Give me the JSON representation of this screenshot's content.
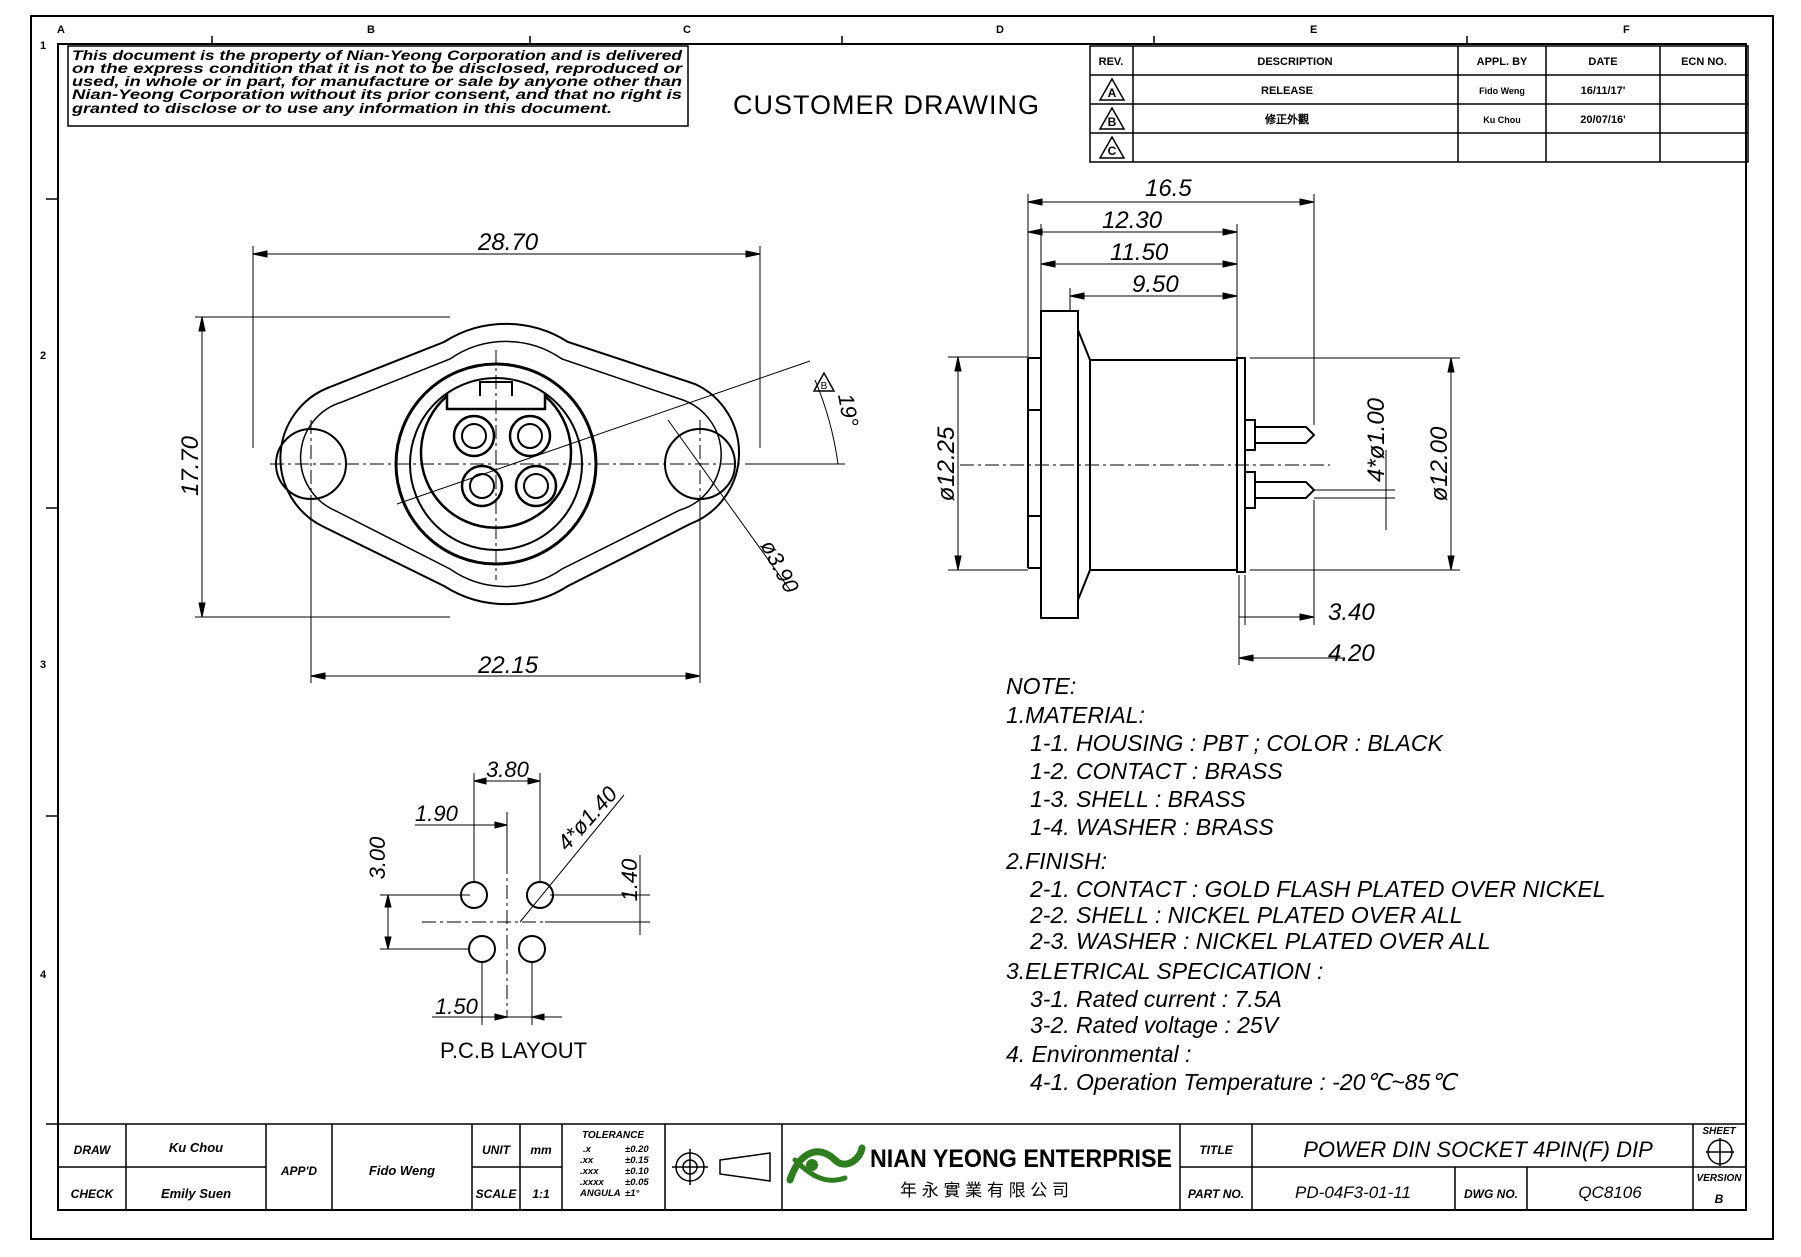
{
  "grid": {
    "columns": [
      "A",
      "B",
      "C",
      "D",
      "E",
      "F"
    ],
    "rows": [
      "1",
      "2",
      "3",
      "4"
    ]
  },
  "notice": {
    "lines": [
      "This document is the property of Nian-Yeong Corporation and is delivered",
      "on the express condition that it is not to be disclosed, reproduced or",
      "used, in whole or in part, for manufacture or sale by anyone other than",
      "Nian-Yeong Corporation without its prior consent, and that no right is",
      "granted to disclose or to use any information in this document."
    ]
  },
  "header_title": "CUSTOMER DRAWING",
  "revision_table": {
    "headers": [
      "REV.",
      "DESCRIPTION",
      "APPL. BY",
      "DATE",
      "ECN NO."
    ],
    "rows": [
      {
        "rev": "A",
        "description": "RELEASE",
        "appl_by": "Fido Weng",
        "date": "16/11/17'",
        "ecn": ""
      },
      {
        "rev": "B",
        "description": "修正外觀",
        "appl_by": "Ku Chou",
        "date": "20/07/16'",
        "ecn": ""
      },
      {
        "rev": "C",
        "description": "",
        "appl_by": "",
        "date": "",
        "ecn": ""
      }
    ]
  },
  "front_view": {
    "dim_width": "28.70",
    "dim_height": "17.70",
    "dim_hole_spacing": "22.15",
    "dim_hole_dia": "ø3.90",
    "dim_angle": "19°",
    "rev_marker": "B"
  },
  "side_view": {
    "dim_overall": "16.5",
    "dim_a": "12.30",
    "dim_b": "11.50",
    "dim_c": "9.50",
    "dim_flange_dia": "ø12.25",
    "dim_pin_dia": "4*ø1.00",
    "dim_body_dia": "ø12.00",
    "dim_pin_a": "3.40",
    "dim_pin_b": "4.20"
  },
  "pcb_layout": {
    "title": "P.C.B LAYOUT",
    "dim_380": "3.80",
    "dim_190": "1.90",
    "dim_300": "3.00",
    "dim_hole": "4*ø1.40",
    "dim_140": "1.40",
    "dim_150": "1.50"
  },
  "notes": {
    "heading": "NOTE:",
    "lines": [
      {
        "text": "1.MATERIAL:",
        "indent": 0
      },
      {
        "text": "1-1. HOUSING : PBT ; COLOR : BLACK",
        "indent": 1
      },
      {
        "text": "1-2. CONTACT : BRASS",
        "indent": 1
      },
      {
        "text": "1-3. SHELL : BRASS",
        "indent": 1
      },
      {
        "text": "1-4. WASHER : BRASS",
        "indent": 1
      },
      {
        "text": "2.FINISH:",
        "indent": 0
      },
      {
        "text": "2-1. CONTACT : GOLD FLASH PLATED OVER NICKEL",
        "indent": 1
      },
      {
        "text": "2-2. SHELL : NICKEL PLATED OVER ALL",
        "indent": 1
      },
      {
        "text": "2-3. WASHER : NICKEL PLATED OVER ALL",
        "indent": 1
      },
      {
        "text": "3.ELETRICAL SPECICATION :",
        "indent": 0
      },
      {
        "text": "3-1. Rated current : 7.5A",
        "indent": 1
      },
      {
        "text": "3-2. Rated voltage : 25V",
        "indent": 1
      },
      {
        "text": "4. Environmental :",
        "indent": 0
      },
      {
        "text": "4-1. Operation Temperature : -20℃~85℃",
        "indent": 1
      }
    ]
  },
  "title_block": {
    "draw_label": "DRAW",
    "draw_value": "Ku Chou",
    "check_label": "CHECK",
    "check_value": "Emily Suen",
    "appd_label": "APP'D",
    "appd_value": "Fido Weng",
    "unit_label": "UNIT",
    "unit_value": "mm",
    "scale_label": "SCALE",
    "scale_value": "1:1",
    "tolerance_label": "TOLERANCE",
    "tolerance_lines": [
      {
        "k": ".x",
        "v": "±0.20"
      },
      {
        "k": ".xx",
        "v": "±0.15"
      },
      {
        "k": ".xxx",
        "v": "±0.10"
      },
      {
        "k": ".xxxx",
        "v": "±0.05"
      },
      {
        "k": "ANGULA",
        "v": "±1°"
      }
    ],
    "company_name": "NIAN YEONG ENTERPRISE",
    "company_chinese": "年 永 實 業 有 限 公 司",
    "title_label": "TITLE",
    "title_value": "POWER DIN SOCKET 4PIN(F) DIP",
    "sheet_label": "SHEET",
    "part_label": "PART NO.",
    "part_value": "PD-04F3-01-11",
    "dwg_label": "DWG NO.",
    "dwg_value": "QC8106",
    "version_label": "VERSION",
    "version_value": "B"
  }
}
